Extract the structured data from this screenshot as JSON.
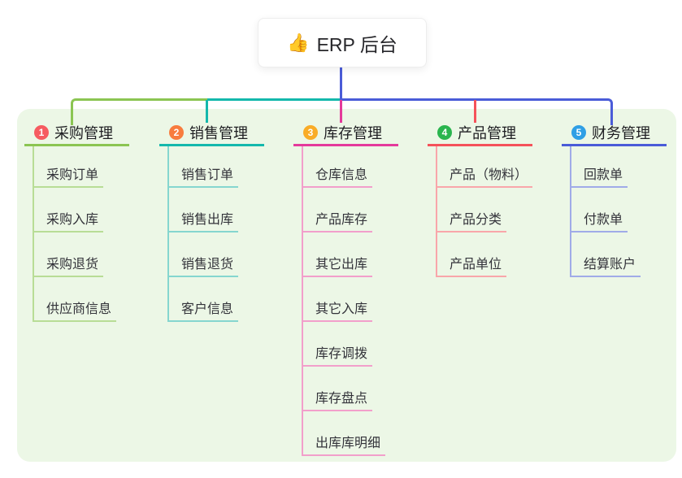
{
  "root": {
    "emoji": "👍",
    "label": "ERP 后台"
  },
  "panel_bg": "#ecf7e6",
  "stem_color": "#4a5cd8",
  "branches": [
    {
      "badge": "1",
      "badge_color": "#f65b60",
      "label": "采购管理",
      "line_color": "#8bc552",
      "child_line_color": "#b8dd96",
      "children": [
        "采购订单",
        "采购入库",
        "采购退货",
        "供应商信息"
      ]
    },
    {
      "badge": "2",
      "badge_color": "#f87c3e",
      "label": "销售管理",
      "line_color": "#14b8ac",
      "child_line_color": "#85d6cf",
      "children": [
        "销售订单",
        "销售出库",
        "销售退货",
        "客户信息"
      ]
    },
    {
      "badge": "3",
      "badge_color": "#f9ac27",
      "label": "库存管理",
      "line_color": "#e43a9b",
      "child_line_color": "#f29fcb",
      "children": [
        "仓库信息",
        "产品库存",
        "其它出库",
        "其它入库",
        "库存调拨",
        "库存盘点",
        "出库库明细"
      ]
    },
    {
      "badge": "4",
      "badge_color": "#2ab54e",
      "label": "产品管理",
      "line_color": "#f5525a",
      "child_line_color": "#f9a6aa",
      "children": [
        "产品（物料）",
        "产品分类",
        "产品单位"
      ]
    },
    {
      "badge": "5",
      "badge_color": "#2f9fe5",
      "label": "财务管理",
      "line_color": "#4a5cd8",
      "child_line_color": "#a0abe8",
      "children": [
        "回款单",
        "付款单",
        "结算账户"
      ]
    }
  ]
}
